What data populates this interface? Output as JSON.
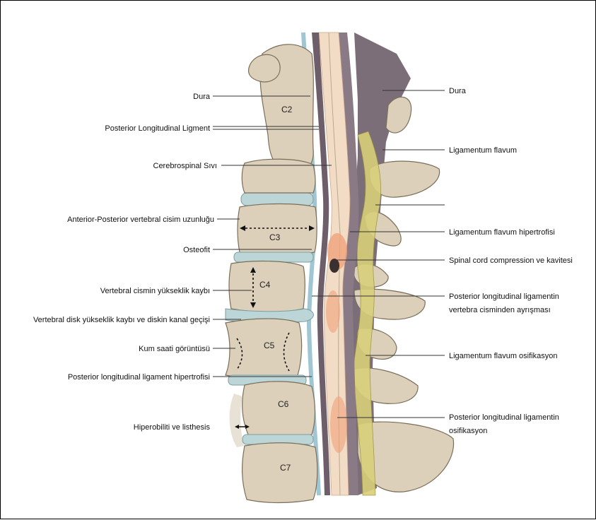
{
  "vertebrae": {
    "c2": "C2",
    "c3": "C3",
    "c4": "C4",
    "c5": "C5",
    "c6": "C6",
    "c7": "C7"
  },
  "labels_left": {
    "dura": "Dura",
    "pll": "Posterior Longitudinal Ligment",
    "csf": "Cerebrospinal Sıvı",
    "ap_length": "Anterior-Posterior vertebral cisim uzunluğu",
    "osteophyte": "Osteofit",
    "height_loss": "Vertebral cismin yükseklik kaybı",
    "disc_loss": "Vertebral disk yükseklik kaybı ve diskin kanal geçişi",
    "hourglass": "Kum saati görüntüsü",
    "pll_hypertrophy": "Posterior longitudinal ligament hipertrofisi",
    "hypermobility": "Hiperobiliti ve listhesis"
  },
  "labels_right": {
    "dura": "Dura",
    "lig_flavum": "Ligamentum flavum",
    "lig_flavum_hyp": "Ligamentum flavum hipertrofisi",
    "cord_compression": "Spinal cord compression ve kavitesi",
    "pll_separation_1": "Posterior longitudinal ligamentin",
    "pll_separation_2": "vertebra cisminden ayrışması",
    "lig_flavum_oss": "Ligamentum flavum osifikasyon",
    "pll_oss_1": "Posterior longitudinal ligamentin",
    "pll_oss_2": "osifikasyon"
  },
  "colors": {
    "bone": "#dcd0ba",
    "disc": "#bcd6d8",
    "dura": "#8a7a86",
    "cord": "#f3dcc6",
    "ligament": "#d9cf7a",
    "compression": "#f0a27a"
  }
}
